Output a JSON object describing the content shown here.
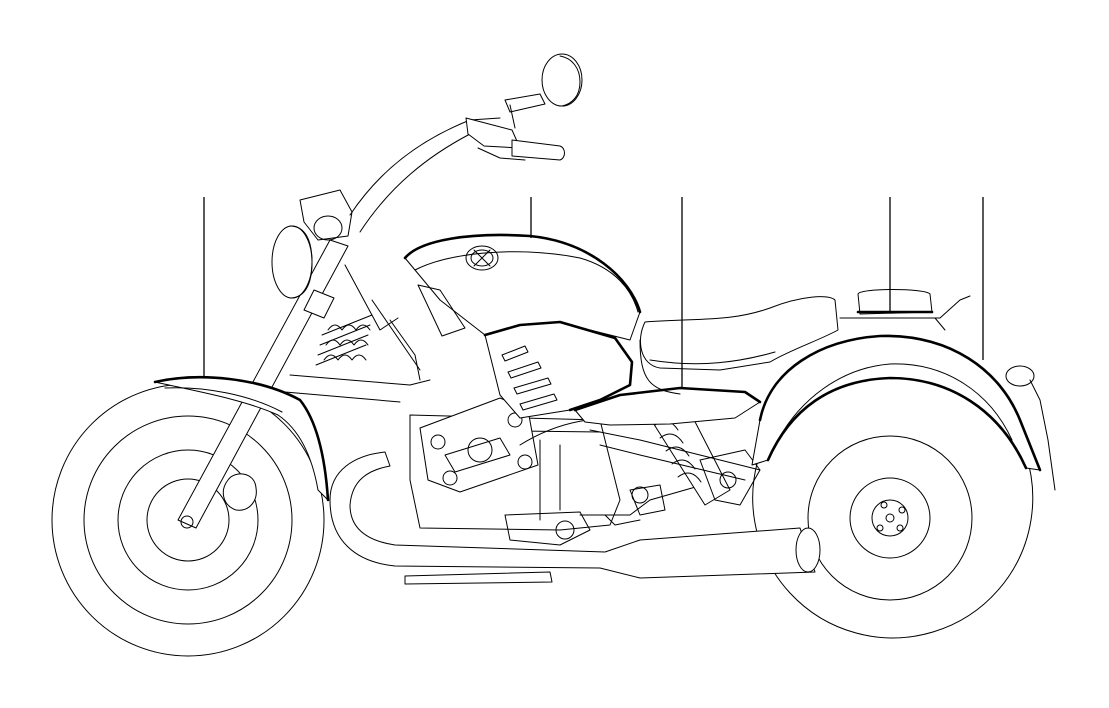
{
  "diagram": {
    "subject": "motorcycle-side-view-line-drawing",
    "line_color": "#000000",
    "background_color": "#ffffff",
    "callouts": [
      {
        "name": "front-fender",
        "icon": "front-fender-outline"
      },
      {
        "name": "fuel-tank",
        "icon": "fuel-tank-outline"
      },
      {
        "name": "tank-side-panel",
        "icon": "side-panel-outline"
      },
      {
        "name": "rear-carrier-pad",
        "icon": "carrier-pad-outline"
      },
      {
        "name": "rear-fender",
        "icon": "rear-fender-outline"
      }
    ]
  }
}
